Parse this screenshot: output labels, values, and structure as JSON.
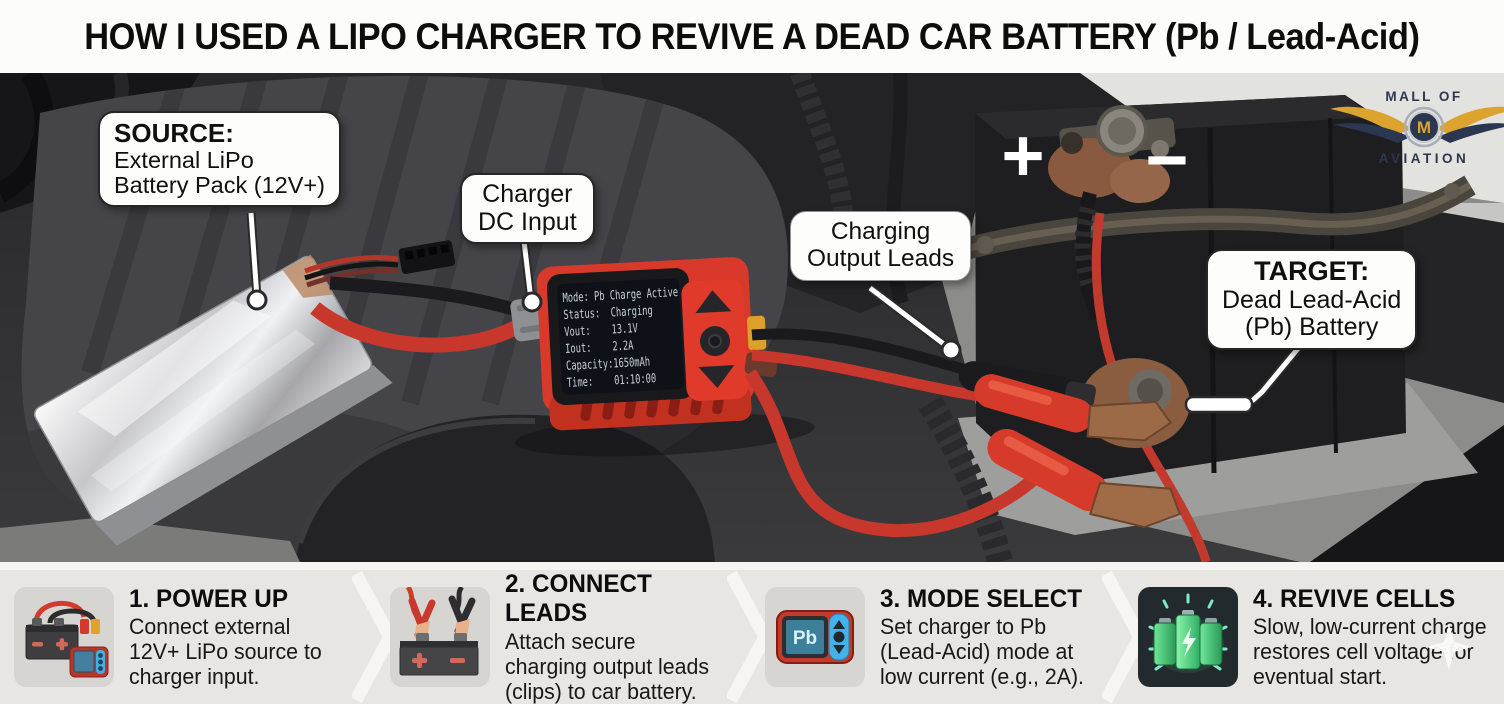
{
  "header": {
    "title": "HOW I USED A LIPO CHARGER TO REVIVE A DEAD CAR BATTERY (Pb / Lead-Acid)"
  },
  "photo": {
    "callouts": {
      "source": {
        "heading": "SOURCE:",
        "line1": "External LiPo",
        "line2": "Battery Pack (12V+)"
      },
      "dc_input": {
        "line1": "Charger",
        "line2": "DC Input"
      },
      "output_leads": {
        "line1": "Charging",
        "line2": "Output Leads"
      },
      "target": {
        "heading": "TARGET:",
        "line1": "Dead Lead-Acid",
        "line2": "(Pb) Battery"
      }
    },
    "charger_display": {
      "lines": [
        "Mode: Pb Charge Active",
        "Status:  Charging",
        "Vout:    13.1V",
        "Iout:    2.2A",
        "Capacity:1650mAh",
        "Time:    01:10:00"
      ]
    },
    "battery_terminal": {
      "plus": "+",
      "minus": "−"
    },
    "logo": {
      "top": "MALL OF",
      "monogram": "M",
      "bottom": "AVIATION"
    }
  },
  "steps": [
    {
      "heading": "1. POWER UP",
      "body": "Connect external 12V+ LiPo source to charger input.",
      "icon": "lipo-to-charger-icon"
    },
    {
      "heading": "2. CONNECT LEADS",
      "body": "Attach secure charging output leads (clips) to car battery.",
      "icon": "clips-on-battery-icon"
    },
    {
      "heading": "3. MODE SELECT",
      "body": "Set charger to Pb (Lead-Acid) mode at low current (e.g., 2A).",
      "icon": "pb-mode-charger-icon"
    },
    {
      "heading": "4. REVIVE CELLS",
      "body": "Slow, low-current charge restores cell voltage for eventual start.",
      "icon": "glowing-batteries-icon"
    }
  ],
  "colors": {
    "charger_red": "#d8392b",
    "wire_red": "#c7372b",
    "lcd_text": "#c7d1d6",
    "logo_gold": "#dca42e",
    "logo_navy": "#2b3750",
    "step_bar_bg": "#e8e6e3",
    "step_accent_red": "#d2685a"
  }
}
